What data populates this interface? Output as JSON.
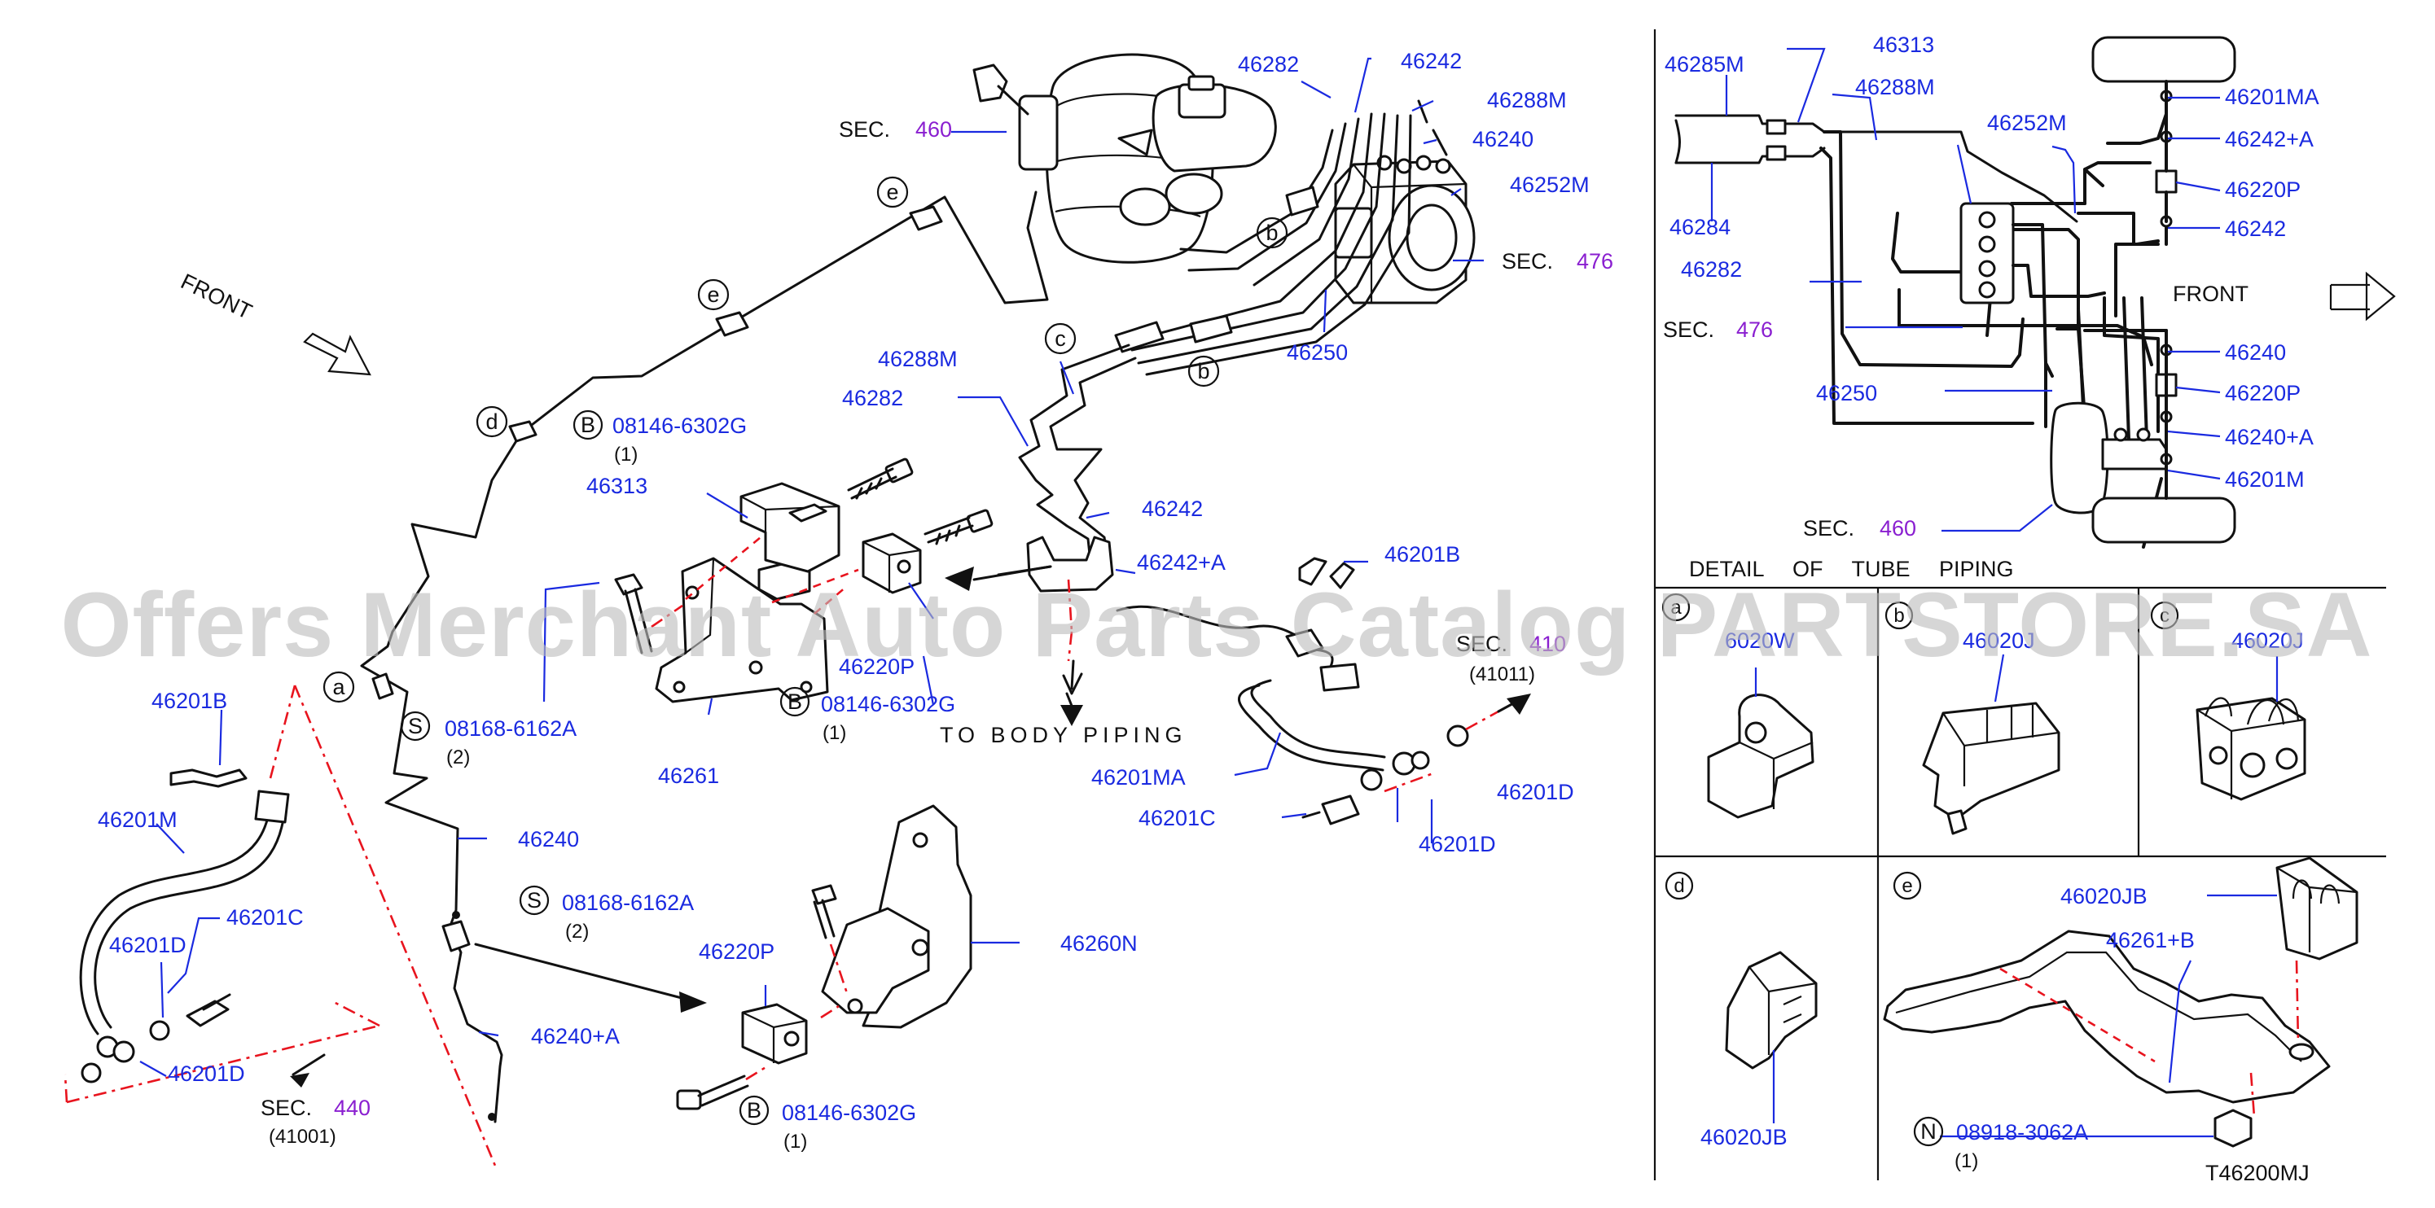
{
  "diagram_code": "T46200MJ",
  "detail_title": "DETAIL OF TUBE PIPING",
  "watermark": "Offers Merchant Auto Parts Catalog PARTSTORE.SA",
  "front_label": "FRONT",
  "to_body_piping": "TO BODY PIPING",
  "sec_word": "SEC.",
  "sec_numbers": {
    "s460": "460",
    "s476": "476",
    "s440": "440",
    "s410": "410"
  },
  "sub_numbers": {
    "a41011": "(41011)",
    "a41001": "(41001)"
  },
  "qty_one": "(1)",
  "qty_two": "(2)",
  "letters": {
    "a": "a",
    "b": "b",
    "c": "c",
    "d": "d",
    "e": "e",
    "B": "B",
    "S": "S",
    "N": "N"
  },
  "parts": {
    "p46282": "46282",
    "p46242": "46242",
    "p46288M": "46288M",
    "p46240": "46240",
    "p46252M": "46252M",
    "p46250": "46250",
    "p46313": "46313",
    "p46220P": "46220P",
    "p46261": "46261",
    "p46242A": "46242+A",
    "p46201B": "46201B",
    "p46201MA": "46201MA",
    "p46201C": "46201C",
    "p46201D": "46201D",
    "p46201M": "46201M",
    "p46260N": "46260N",
    "p46240A": "46240+A",
    "p46285M": "46285M",
    "p46284": "46284",
    "p46201MA_r": "46201MA",
    "p46242A_r": "46242+A",
    "p46201M_r": "46201M",
    "p46020JB": "46020JB",
    "p46261B": "46261+B",
    "p46020J": "46020J",
    "p46020W_partial": "6020W",
    "p46020J_partial_b": "46020J"
  },
  "bolts": {
    "b081466302G": "08146-6302G",
    "s081686162A": "08168-6162A",
    "n089183062A": "08918-3062A"
  }
}
